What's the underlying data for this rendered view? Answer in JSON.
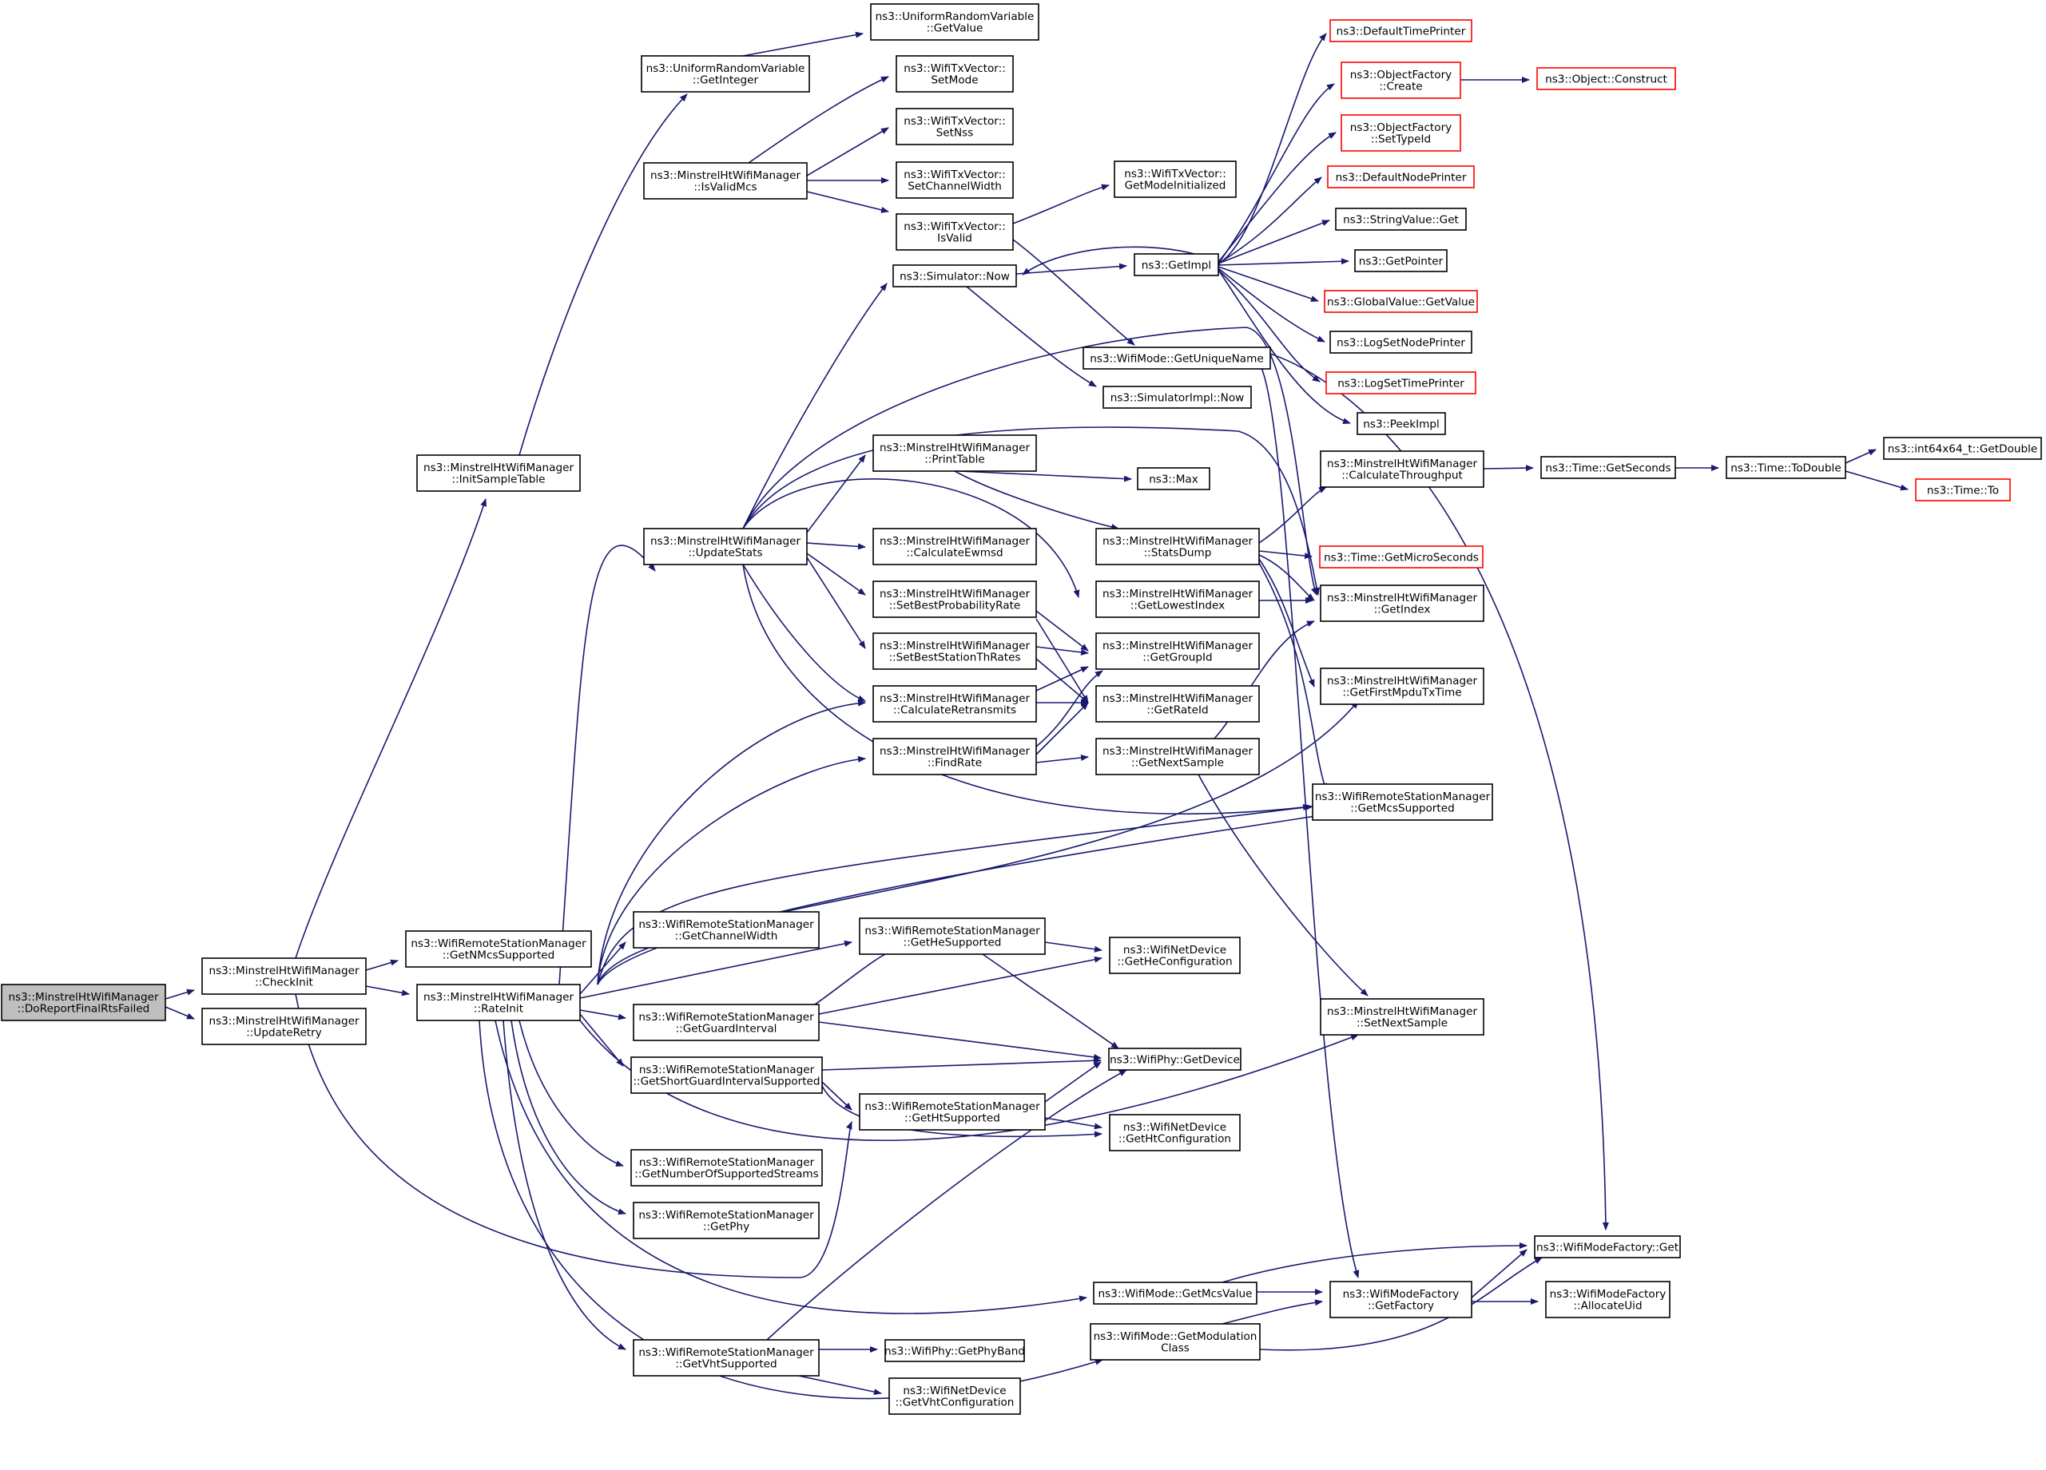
{
  "nodes": [
    {
      "id": "root",
      "lines": [
        "ns3::MinstrelHtWifiManager",
        "::DoReportFinalRtsFailed"
      ],
      "style": "root"
    },
    {
      "id": "checkinit",
      "lines": [
        "ns3::MinstrelHtWifiManager",
        "::CheckInit"
      ]
    },
    {
      "id": "updateretry",
      "lines": [
        "ns3::MinstrelHtWifiManager",
        "::UpdateRetry"
      ]
    },
    {
      "id": "initsample",
      "lines": [
        "ns3::MinstrelHtWifiManager",
        "::InitSampleTable"
      ]
    },
    {
      "id": "getnmcs",
      "lines": [
        "ns3::WifiRemoteStationManager",
        "::GetNMcsSupported"
      ]
    },
    {
      "id": "rateinit",
      "lines": [
        "ns3::MinstrelHtWifiManager",
        "::RateInit"
      ]
    },
    {
      "id": "urv_getint",
      "lines": [
        "ns3::UniformRandomVariable",
        "::GetInteger"
      ]
    },
    {
      "id": "urv_getval",
      "lines": [
        "ns3::UniformRandomVariable",
        "::GetValue"
      ]
    },
    {
      "id": "isvalidmcs",
      "lines": [
        "ns3::MinstrelHtWifiManager",
        "::IsValidMcs"
      ]
    },
    {
      "id": "updatestats",
      "lines": [
        "ns3::MinstrelHtWifiManager",
        "::UpdateStats"
      ]
    },
    {
      "id": "txv_setmode",
      "lines": [
        "ns3::WifiTxVector::",
        "SetMode"
      ]
    },
    {
      "id": "txv_setnss",
      "lines": [
        "ns3::WifiTxVector::",
        "SetNss"
      ]
    },
    {
      "id": "txv_setcw",
      "lines": [
        "ns3::WifiTxVector::",
        "SetChannelWidth"
      ]
    },
    {
      "id": "txv_isvalid",
      "lines": [
        "ns3::WifiTxVector::",
        "IsValid"
      ]
    },
    {
      "id": "txv_getmodeinit",
      "lines": [
        "ns3::WifiTxVector::",
        "GetModeInitialized"
      ]
    },
    {
      "id": "sim_now",
      "lines": [
        "ns3::Simulator::Now"
      ]
    },
    {
      "id": "getimpl",
      "lines": [
        "ns3::GetImpl"
      ]
    },
    {
      "id": "getuniquename",
      "lines": [
        "ns3::WifiMode::GetUniqueName"
      ]
    },
    {
      "id": "simimpl_now",
      "lines": [
        "ns3::SimulatorImpl::Now"
      ]
    },
    {
      "id": "printtable",
      "lines": [
        "ns3::MinstrelHtWifiManager",
        "::PrintTable"
      ]
    },
    {
      "id": "max",
      "lines": [
        "ns3::Max"
      ]
    },
    {
      "id": "calcewmsd",
      "lines": [
        "ns3::MinstrelHtWifiManager",
        "::CalculateEwmsd"
      ]
    },
    {
      "id": "setbestprob",
      "lines": [
        "ns3::MinstrelHtWifiManager",
        "::SetBestProbabilityRate"
      ]
    },
    {
      "id": "setbeststation",
      "lines": [
        "ns3::MinstrelHtWifiManager",
        "::SetBestStationThRates"
      ]
    },
    {
      "id": "calcretrans",
      "lines": [
        "ns3::MinstrelHtWifiManager",
        "::CalculateRetransmits"
      ]
    },
    {
      "id": "findrate",
      "lines": [
        "ns3::MinstrelHtWifiManager",
        "::FindRate"
      ]
    },
    {
      "id": "statsdump",
      "lines": [
        "ns3::MinstrelHtWifiManager",
        "::StatsDump"
      ]
    },
    {
      "id": "getlowest",
      "lines": [
        "ns3::MinstrelHtWifiManager",
        "::GetLowestIndex"
      ]
    },
    {
      "id": "getgroupid",
      "lines": [
        "ns3::MinstrelHtWifiManager",
        "::GetGroupId"
      ]
    },
    {
      "id": "getrateid",
      "lines": [
        "ns3::MinstrelHtWifiManager",
        "::GetRateId"
      ]
    },
    {
      "id": "getnextsample",
      "lines": [
        "ns3::MinstrelHtWifiManager",
        "::GetNextSample"
      ]
    },
    {
      "id": "deftimeprinter",
      "lines": [
        "ns3::DefaultTimePrinter"
      ],
      "style": "trunc"
    },
    {
      "id": "objf_create",
      "lines": [
        "ns3::ObjectFactory",
        "::Create"
      ],
      "style": "trunc"
    },
    {
      "id": "obj_construct",
      "lines": [
        "ns3::Object::Construct"
      ],
      "style": "trunc"
    },
    {
      "id": "objf_settypeid",
      "lines": [
        "ns3::ObjectFactory",
        "::SetTypeId"
      ],
      "style": "trunc"
    },
    {
      "id": "defnodeprinter",
      "lines": [
        "ns3::DefaultNodePrinter"
      ],
      "style": "trunc"
    },
    {
      "id": "strval_get",
      "lines": [
        "ns3::StringValue::Get"
      ]
    },
    {
      "id": "getpointer",
      "lines": [
        "ns3::GetPointer"
      ]
    },
    {
      "id": "globval_get",
      "lines": [
        "ns3::GlobalValue::GetValue"
      ],
      "style": "trunc"
    },
    {
      "id": "logsetnode",
      "lines": [
        "ns3::LogSetNodePrinter"
      ]
    },
    {
      "id": "logsettime",
      "lines": [
        "ns3::LogSetTimePrinter"
      ],
      "style": "trunc"
    },
    {
      "id": "peekimpl",
      "lines": [
        "ns3::PeekImpl"
      ]
    },
    {
      "id": "calcthroughput",
      "lines": [
        "ns3::MinstrelHtWifiManager",
        "::CalculateThroughput"
      ]
    },
    {
      "id": "time_getsec",
      "lines": [
        "ns3::Time::GetSeconds"
      ]
    },
    {
      "id": "time_todouble",
      "lines": [
        "ns3::Time::ToDouble"
      ]
    },
    {
      "id": "int64_getdouble",
      "lines": [
        "ns3::int64x64_t::GetDouble"
      ]
    },
    {
      "id": "time_to",
      "lines": [
        "ns3::Time::To"
      ],
      "style": "trunc"
    },
    {
      "id": "time_getmicro",
      "lines": [
        "ns3::Time::GetMicroSeconds"
      ],
      "style": "trunc"
    },
    {
      "id": "getindex",
      "lines": [
        "ns3::MinstrelHtWifiManager",
        "::GetIndex"
      ]
    },
    {
      "id": "getfirstmpdu",
      "lines": [
        "ns3::MinstrelHtWifiManager",
        "::GetFirstMpduTxTime"
      ]
    },
    {
      "id": "getmcssupported",
      "lines": [
        "ns3::WifiRemoteStationManager",
        "::GetMcsSupported"
      ]
    },
    {
      "id": "getchannelwidth",
      "lines": [
        "ns3::WifiRemoteStationManager",
        "::GetChannelWidth"
      ]
    },
    {
      "id": "gethesupported",
      "lines": [
        "ns3::WifiRemoteStationManager",
        "::GetHeSupported"
      ]
    },
    {
      "id": "getheconfig",
      "lines": [
        "ns3::WifiNetDevice",
        "::GetHeConfiguration"
      ]
    },
    {
      "id": "getguardint",
      "lines": [
        "ns3::WifiRemoteStationManager",
        "::GetGuardInterval"
      ]
    },
    {
      "id": "setnextsample",
      "lines": [
        "ns3::MinstrelHtWifiManager",
        "::SetNextSample"
      ]
    },
    {
      "id": "phy_getdevice",
      "lines": [
        "ns3::WifiPhy::GetDevice"
      ]
    },
    {
      "id": "getsgisupported",
      "lines": [
        "ns3::WifiRemoteStationManager",
        "::GetShortGuardIntervalSupported"
      ]
    },
    {
      "id": "gethtsupported",
      "lines": [
        "ns3::WifiRemoteStationManager",
        "::GetHtSupported"
      ]
    },
    {
      "id": "gethtconfig",
      "lines": [
        "ns3::WifiNetDevice",
        "::GetHtConfiguration"
      ]
    },
    {
      "id": "getnumstreams",
      "lines": [
        "ns3::WifiRemoteStationManager",
        "::GetNumberOfSupportedStreams"
      ]
    },
    {
      "id": "getphy",
      "lines": [
        "ns3::WifiRemoteStationManager",
        "::GetPhy"
      ]
    },
    {
      "id": "wmf_get",
      "lines": [
        "ns3::WifiModeFactory::Get"
      ]
    },
    {
      "id": "getmcsvalue",
      "lines": [
        "ns3::WifiMode::GetMcsValue"
      ]
    },
    {
      "id": "wmf_getfactory",
      "lines": [
        "ns3::WifiModeFactory",
        "::GetFactory"
      ]
    },
    {
      "id": "wmf_alloc",
      "lines": [
        "ns3::WifiModeFactory",
        "::AllocateUid"
      ]
    },
    {
      "id": "getmodclass",
      "lines": [
        "ns3::WifiMode::GetModulation",
        "Class"
      ]
    },
    {
      "id": "getvhtsupported",
      "lines": [
        "ns3::WifiRemoteStationManager",
        "::GetVhtSupported"
      ]
    },
    {
      "id": "getphyband",
      "lines": [
        "ns3::WifiPhy::GetPhyBand"
      ]
    },
    {
      "id": "getvhtconfig",
      "lines": [
        "ns3::WifiNetDevice",
        "::GetVhtConfiguration"
      ]
    }
  ]
}
